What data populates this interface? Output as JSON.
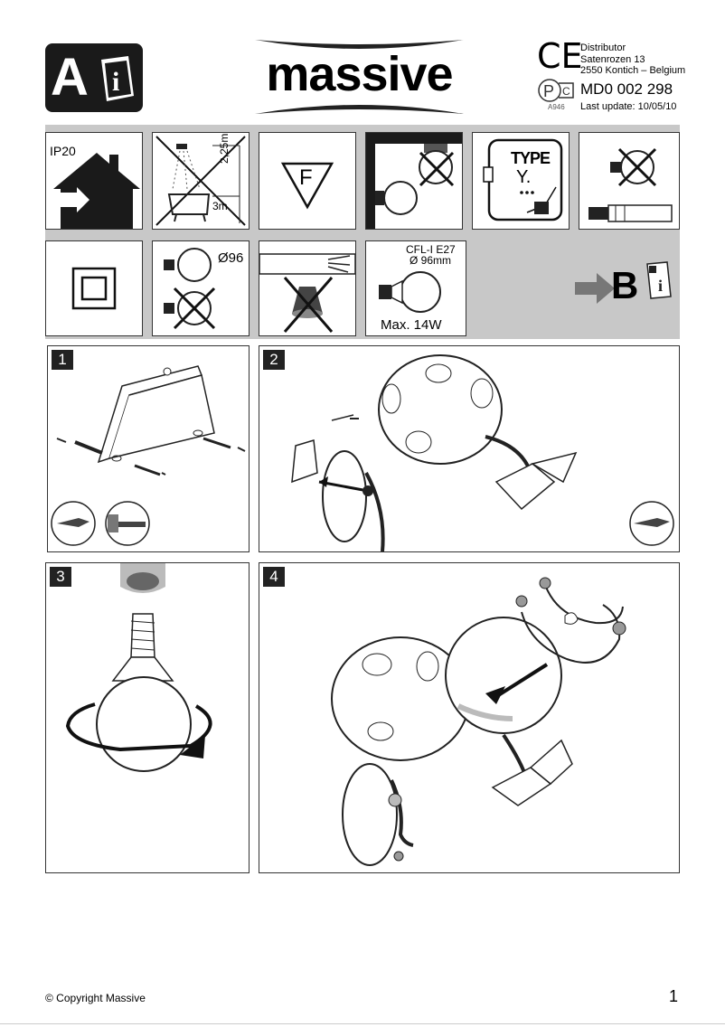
{
  "header": {
    "badge_letter": "A",
    "brand": "massive",
    "distributor_label": "Distributor",
    "address_line1": "Satenrozen 13",
    "address_line2": "2550 Kontich – Belgium",
    "model_code": "MD0 002 298",
    "last_update": "Last update:  10/05/10",
    "cert_code": "A946",
    "ce_mark": "CE"
  },
  "symbols_row1": {
    "ip_rating": "IP20",
    "bath_height": "2,25m",
    "bath_distance": "3m",
    "f_mark": "F",
    "type_label": "TYPE",
    "type_value": "Y."
  },
  "symbols_row2": {
    "bulb_diameter": "Ø96",
    "cfl_label": "CFL-I  E27",
    "cfl_diameter": "Ø 96mm",
    "max_power": "Max. 14W",
    "next_letter": "B"
  },
  "steps": [
    "1",
    "2",
    "3",
    "4"
  ],
  "footer": {
    "copyright": "© Copyright Massive",
    "page_number": "1"
  }
}
